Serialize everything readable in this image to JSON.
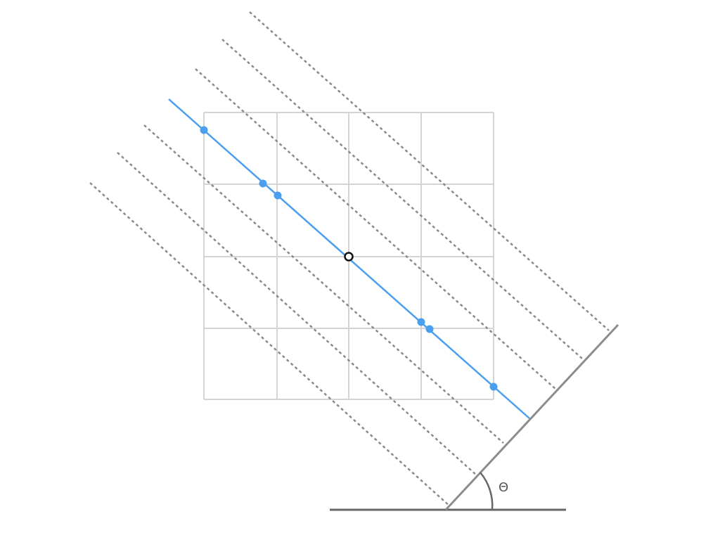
{
  "diagram": {
    "angle_label": "Θ",
    "grid_size": [
      4,
      4
    ],
    "dashed_projection_lines": 7,
    "highlighted_line_index": 3,
    "highlighted_intersections": 6,
    "colors": {
      "grid": "#d4d4d4",
      "projection_line": "#8a8a8a",
      "highlight": "#4a9ff0",
      "detector": "#8c8c8c",
      "baseline": "#666666",
      "center_point": "#111111"
    }
  }
}
